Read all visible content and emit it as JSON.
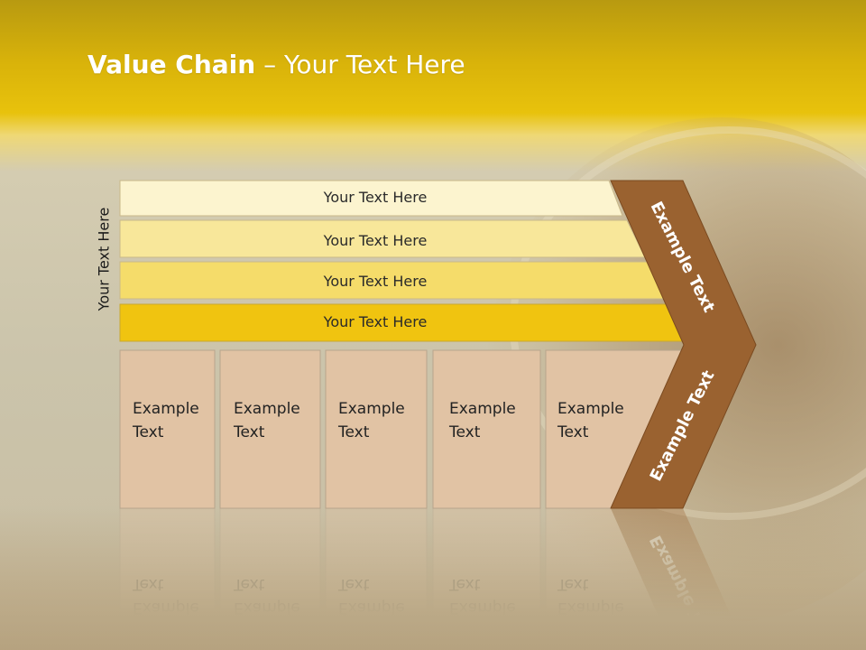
{
  "title": {
    "bold": "Value Chain",
    "rest": " – Your Text Here"
  },
  "side_label": "Your Text Here",
  "bars": [
    {
      "label": "Your Text Here",
      "color": "#fcf4cf"
    },
    {
      "label": "Your Text Here",
      "color": "#f8e79a"
    },
    {
      "label": "Your Text Here",
      "color": "#f5dc6a"
    },
    {
      "label": "Your Text Here",
      "color": "#f0c410"
    }
  ],
  "boxes": [
    {
      "line1": "Example",
      "line2": "Text"
    },
    {
      "line1": "Example",
      "line2": "Text"
    },
    {
      "line1": "Example",
      "line2": "Text"
    },
    {
      "line1": "Example",
      "line2": "Text"
    },
    {
      "line1": "Example",
      "line2": "Text"
    }
  ],
  "arrow_upper_label": "Example Text",
  "arrow_lower_label": "Example Text",
  "colors": {
    "arrow": "#9a6230",
    "box_fill": "#e1c3a4",
    "box_stroke": "#b8a48c",
    "title_band": "#e8c20c"
  }
}
